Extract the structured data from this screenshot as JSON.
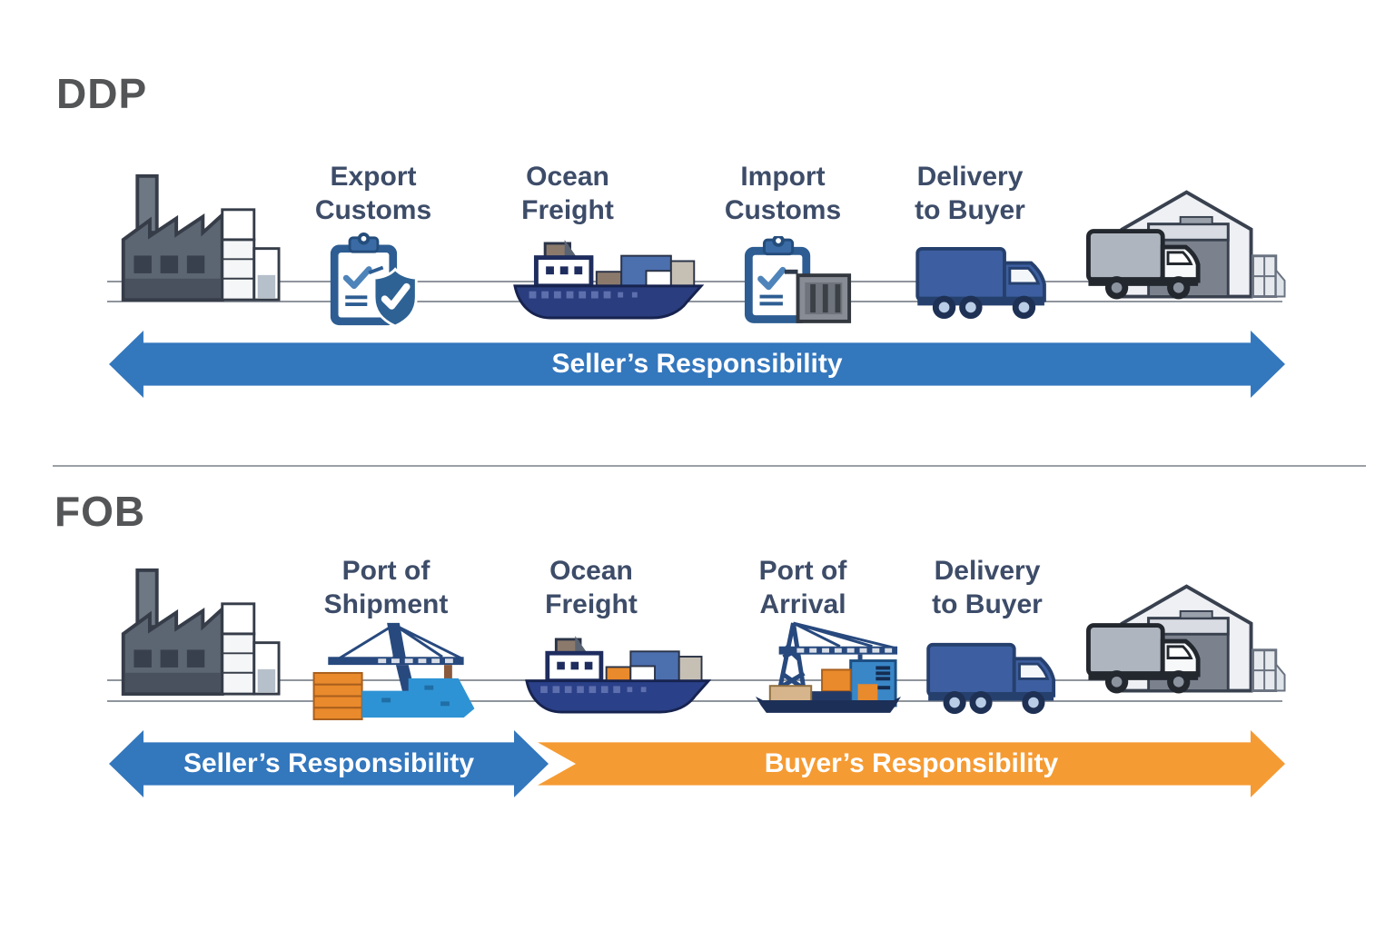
{
  "diagram": {
    "colors": {
      "seller_arrow_blue": "#3377bd",
      "buyer_arrow_orange": "#f59b33",
      "label_text": "#3d4c68",
      "title_text": "#545557",
      "arrow_text": "#ffffff"
    },
    "ddp": {
      "title": "DDP",
      "start_icon": "factory",
      "end_icon": "warehouse-with-truck",
      "steps": [
        {
          "label": "Export\nCustoms",
          "icon": "clipboard-shield-check"
        },
        {
          "label": "Ocean\nFreight",
          "icon": "cargo-ship"
        },
        {
          "label": "Import\nCustoms",
          "icon": "clipboard-container"
        },
        {
          "label": "Delivery\nto Buyer",
          "icon": "delivery-truck"
        }
      ],
      "arrows": [
        {
          "label": "Seller’s Responsibility",
          "color": "#3377bd",
          "direction": "both"
        }
      ]
    },
    "fob": {
      "title": "FOB",
      "start_icon": "factory",
      "end_icon": "warehouse-with-truck",
      "steps": [
        {
          "label": "Port of\nShipment",
          "icon": "port-crane-loading"
        },
        {
          "label": "Ocean\nFreight",
          "icon": "cargo-ship"
        },
        {
          "label": "Port of\nArrival",
          "icon": "port-crane-terminal"
        },
        {
          "label": "Delivery\nto Buyer",
          "icon": "delivery-truck"
        }
      ],
      "arrows": [
        {
          "label": "Seller’s Responsibility",
          "color": "#3377bd",
          "direction": "both"
        },
        {
          "label": "Buyer’s Responsibility",
          "color": "#f59b33",
          "direction": "right"
        }
      ]
    }
  }
}
